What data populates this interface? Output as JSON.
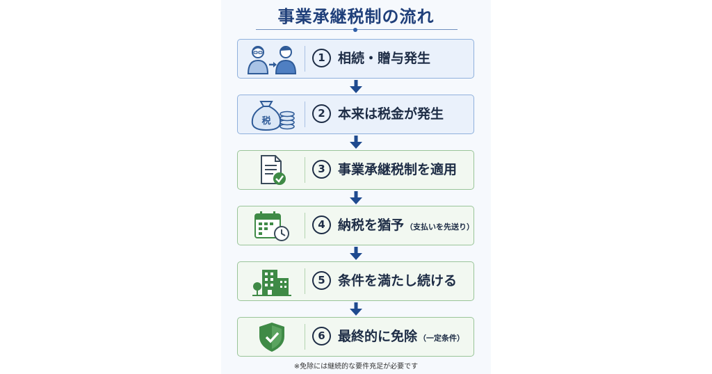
{
  "title": "事業承継税制の流れ",
  "steps": [
    {
      "num": "1",
      "label": "相続・贈与発生",
      "note": "",
      "icon": "parent-to-child-icon",
      "icon_text": ""
    },
    {
      "num": "2",
      "label": "本来は税金が発生",
      "note": "",
      "icon": "tax-money-bag-icon",
      "icon_text": "税"
    },
    {
      "num": "3",
      "label": "事業承継税制を適用",
      "note": "",
      "icon": "document-check-icon",
      "icon_text": ""
    },
    {
      "num": "4",
      "label": "納税を猶予",
      "note": "（支払いを先送り）",
      "icon": "calendar-clock-icon",
      "icon_text": ""
    },
    {
      "num": "5",
      "label": "条件を満たし続ける",
      "note": "",
      "icon": "building-icon",
      "icon_text": ""
    },
    {
      "num": "6",
      "label": "最終的に免除",
      "note": "（一定条件）",
      "icon": "shield-check-icon",
      "icon_text": ""
    }
  ],
  "footnote": "※免除には継続的な要件充足が必要です",
  "colors": {
    "title": "#1f3f7a",
    "blue_fill": "#eaf1fb",
    "blue_border": "#8fb0dc",
    "green_fill": "#f2f8f1",
    "green_border": "#99c498",
    "arrow": "#1f4a8f",
    "icon_blue": "#2f5b98",
    "icon_green": "#3f8a46"
  }
}
